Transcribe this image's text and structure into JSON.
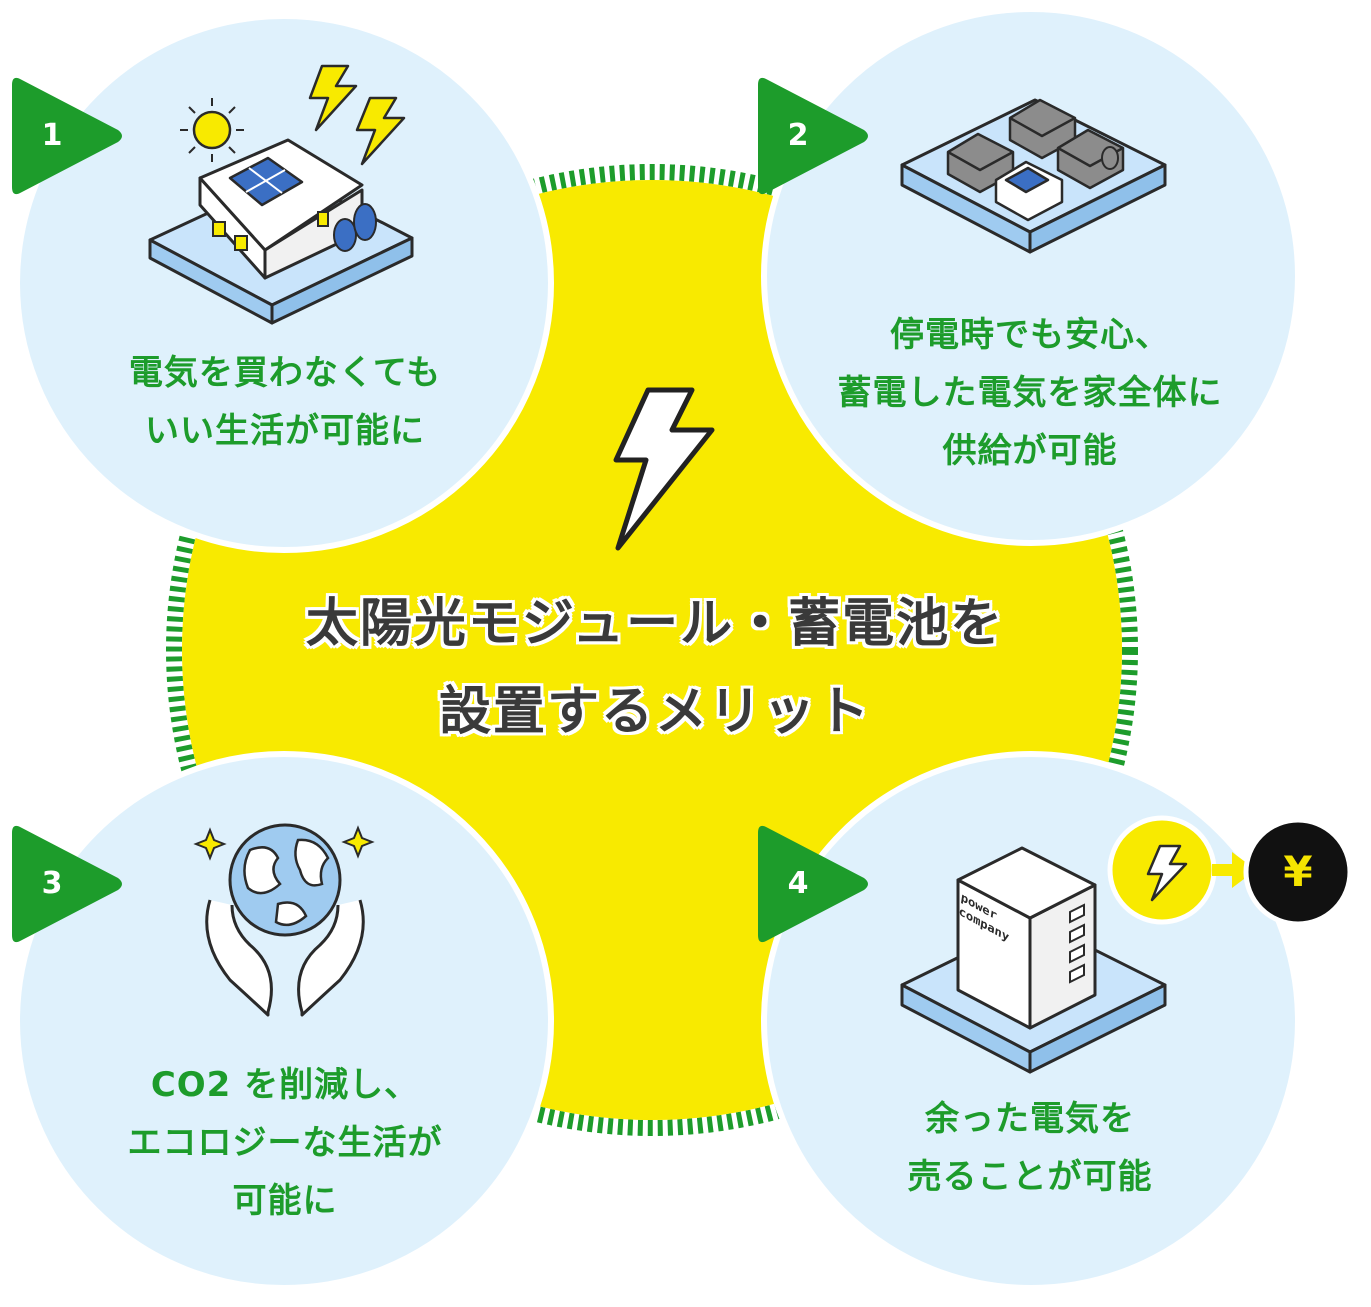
{
  "title": {
    "line1": "太陽光モジュール・蓄電池を",
    "line2": "設置するメリット"
  },
  "benefits": [
    {
      "number": "1",
      "lines": [
        "電気を買わなくても",
        "いい生活が可能に"
      ],
      "icon": "solar-house-icon"
    },
    {
      "number": "2",
      "lines": [
        "停電時でも安心、",
        "蓄電した電気を家全体に",
        "供給が可能"
      ],
      "icon": "neighborhood-icon"
    },
    {
      "number": "3",
      "lines": [
        "CO2 を削減し、",
        "エコロジーな生活が",
        "可能に"
      ],
      "icon": "earth-hands-icon"
    },
    {
      "number": "4",
      "lines": [
        "余った電気を",
        "売ることが可能"
      ],
      "icon": "power-company-icon"
    }
  ],
  "power_company": {
    "line1": "power",
    "line2": "company"
  },
  "yen_symbol": "¥",
  "colors": {
    "yellow": "#f8ea00",
    "green": "#1d9c2b",
    "light_blue": "#dff1fc",
    "dark_text": "#3a3a3a"
  }
}
